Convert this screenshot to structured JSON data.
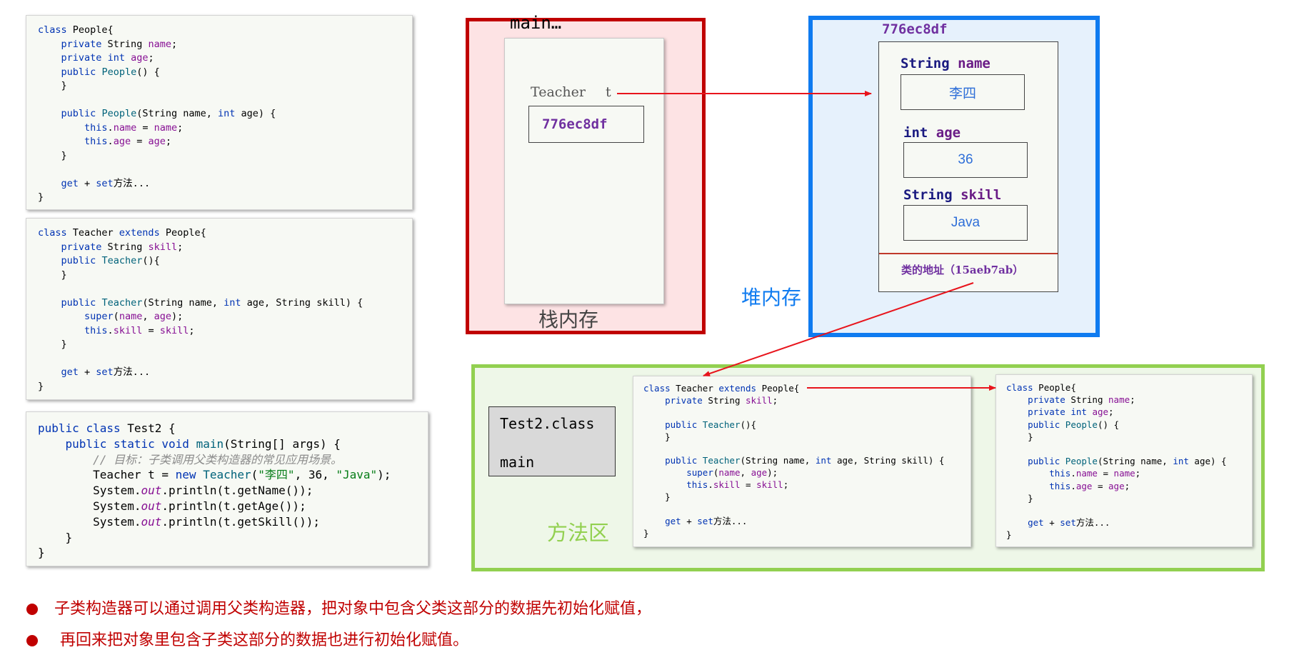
{
  "code_people": [
    "class People{",
    "    private String name;",
    "    private int age;",
    "    public People() {",
    "    }",
    "",
    "    public People(String name, int age) {",
    "        this.name = name;",
    "        this.age = age;",
    "    }",
    "",
    "    get + set方法...",
    "}"
  ],
  "code_teacher": [
    "class Teacher extends People{",
    "    private String skill;",
    "    public Teacher(){",
    "    }",
    "",
    "    public Teacher(String name, int age, String skill) {",
    "        super(name, age);",
    "        this.skill = skill;",
    "    }",
    "",
    "    get + set方法...",
    "}"
  ],
  "code_test2": [
    "public class Test2 {",
    "    public static void main(String[] args) {",
    "        // 目标：子类调用父类构造器的常见应用场景。",
    "        Teacher t = new Teacher(\"李四\", 36, \"Java\");",
    "        System.out.println(t.getName());",
    "        System.out.println(t.getAge());",
    "        System.out.println(t.getSkill());",
    "    }",
    "}"
  ],
  "method_teacher": [
    "class Teacher extends People{",
    "    private String skill;",
    "",
    "    public Teacher(){",
    "    }",
    "",
    "    public Teacher(String name, int age, String skill) {",
    "        super(name, age);",
    "        this.skill = skill;",
    "    }",
    "",
    "    get + set方法...",
    "}"
  ],
  "method_people": [
    "class People{",
    "    private String name;",
    "    private int age;",
    "    public People() {",
    "    }",
    "",
    "    public People(String name, int age) {",
    "        this.name = name;",
    "        this.age = age;",
    "    }",
    "",
    "    get + set方法...",
    "}"
  ],
  "stack": {
    "frame_title": "main…",
    "var_type": "Teacher",
    "var_name": "t",
    "var_value": "776ec8df",
    "label": "栈内存"
  },
  "heap": {
    "address": "776ec8df",
    "label": "堆内存",
    "fields": [
      {
        "type": "String",
        "name": "name",
        "value": "李四"
      },
      {
        "type": "int",
        "name": "age",
        "value": "36"
      },
      {
        "type": "String",
        "name": "skill",
        "value": "Java"
      }
    ],
    "class_address": "类的地址（15aeb7ab）"
  },
  "method_area": {
    "label": "方法区",
    "test2_class": "Test2.class",
    "test2_method": "main"
  },
  "bullets": [
    "子类构造器可以通过调用父类构造器，把对象中包含父类这部分的数据先初始化赋值，",
    "再回来把对象里包含子类这部分的数据也进行初始化赋值。"
  ],
  "colors": {
    "stack_border": "#c00000",
    "heap_border": "#0f7bf0",
    "method_border": "#92d050",
    "arrow": "#e8141c"
  }
}
